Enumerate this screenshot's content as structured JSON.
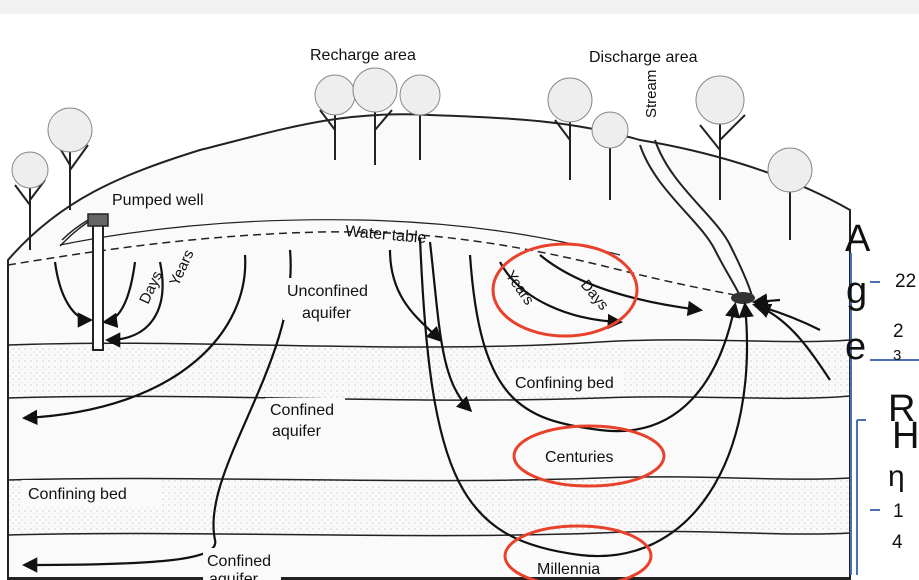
{
  "labels": {
    "recharge": "Recharge area",
    "discharge": "Discharge area",
    "stream": "Stream",
    "pumped_well": "Pumped well",
    "water_table": "Water table",
    "unconfined1": "Unconfined",
    "unconfined2": "aquifer",
    "confined1a": "Confined",
    "confined1b": "aquifer",
    "confined2a": "Confined",
    "confined2b": "aquifer",
    "confining_bed_upper": "Confining bed",
    "confining_bed_lower": "Confining bed",
    "days_left": "Days",
    "years_left": "Years",
    "years_right": "Years",
    "days_right": "Days",
    "centuries": "Centuries",
    "millennia": "Millennia"
  },
  "overlay": {
    "a": "A",
    "g": "g",
    "e": "e",
    "n22": "22",
    "n2": "2",
    "n3": "3",
    "r": "R",
    "h": "H",
    "eta": "η",
    "n1": "1",
    "n4": "4"
  },
  "colors": {
    "highlight": "#e8412c",
    "ink": "#111111",
    "overlay": "#4a6fb5"
  }
}
